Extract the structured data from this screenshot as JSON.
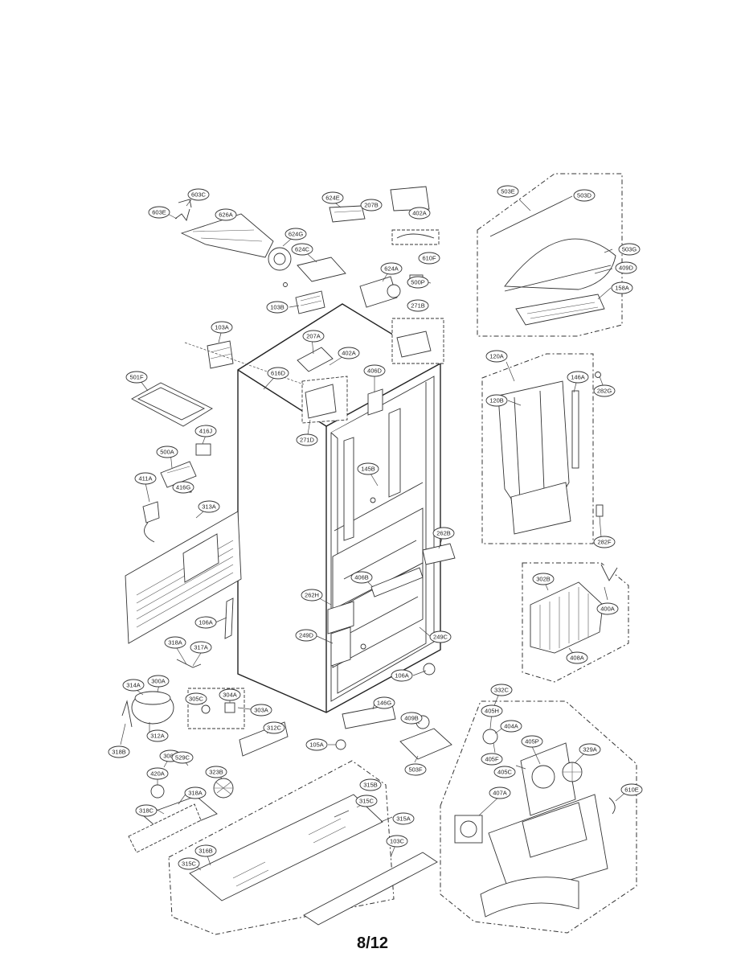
{
  "page_number": "8/12",
  "part_labels": [
    "603E",
    "603C",
    "626A",
    "624E",
    "207B",
    "402A",
    "624G",
    "624C",
    "610F",
    "624A",
    "500P",
    "103B",
    "271B",
    "103A",
    "207A",
    "402A",
    "616D",
    "406D",
    "501F",
    "271D",
    "416J",
    "145B",
    "500A",
    "411A",
    "416G",
    "313A",
    "262B",
    "406B",
    "262H",
    "106A",
    "249D",
    "249C",
    "318A",
    "317A",
    "314A",
    "300A",
    "305C",
    "304A",
    "303A",
    "106A",
    "146G",
    "409B",
    "318B",
    "312A",
    "312C",
    "105A",
    "503F",
    "308B",
    "529C",
    "420A",
    "323B",
    "318A",
    "318C",
    "315B",
    "315C",
    "315A",
    "316B",
    "315C",
    "103C",
    "503E",
    "503D",
    "503G",
    "409D",
    "158A",
    "120A",
    "146A",
    "282G",
    "120B",
    "282F",
    "302B",
    "400A",
    "408A",
    "332C",
    "405H",
    "404A",
    "405P",
    "405F",
    "405C",
    "329A",
    "407A",
    "610E"
  ]
}
